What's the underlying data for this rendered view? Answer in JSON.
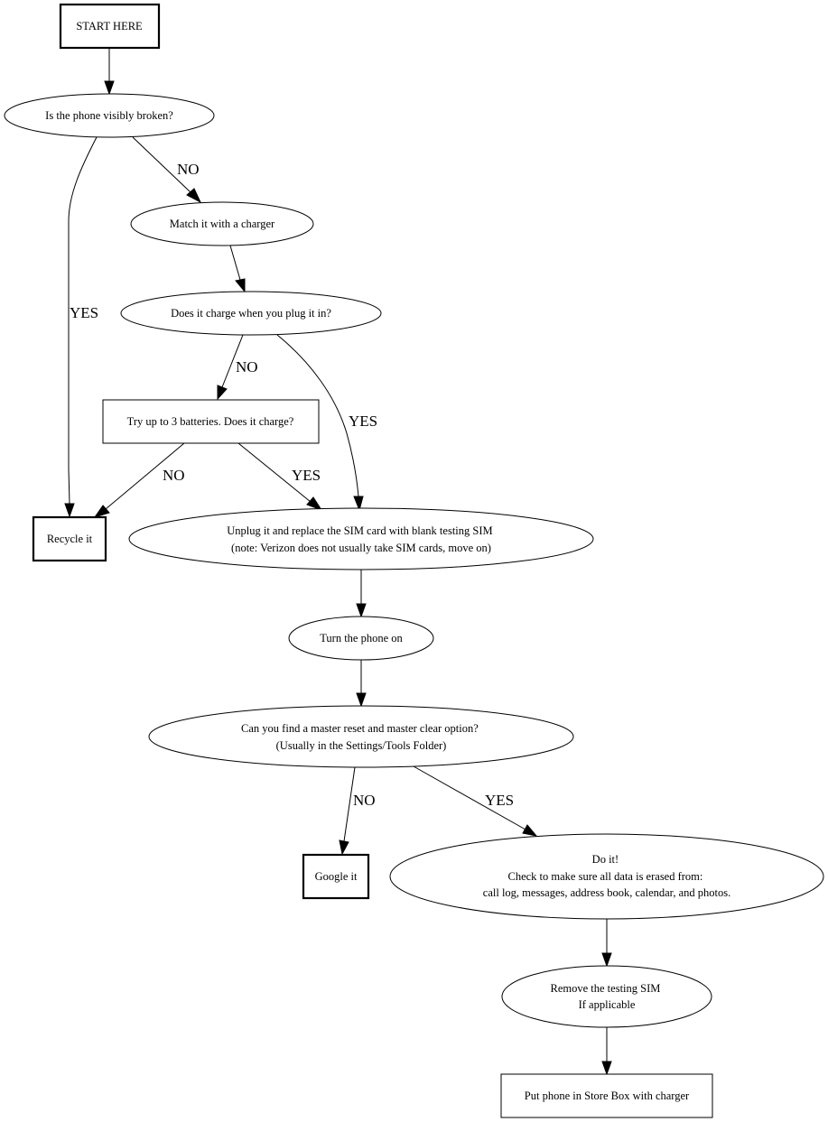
{
  "nodes": {
    "start": [
      "START HERE"
    ],
    "broken": [
      "Is the phone visibly broken?"
    ],
    "charger": [
      "Match it with a charger"
    ],
    "charge": [
      "Does it charge when you plug it in?"
    ],
    "batteries": [
      "Try up to 3 batteries. Does it charge?"
    ],
    "recycle": [
      "Recycle it"
    ],
    "sim": [
      "Unplug it and replace the SIM card with blank testing SIM",
      "(note: Verizon does not usually take SIM cards, move on)"
    ],
    "turn_on": [
      "Turn the phone on"
    ],
    "reset": [
      "Can you find a master reset and master clear option?",
      "(Usually in the Settings/Tools Folder)"
    ],
    "google": [
      "Google it"
    ],
    "doit": [
      "Do it!",
      "Check to make sure all data is erased from:",
      "call log, messages, address book, calendar, and photos."
    ],
    "remove_sim": [
      "Remove the testing SIM",
      "If applicable"
    ],
    "store": [
      "Put phone in Store Box with charger"
    ]
  },
  "edge_labels": {
    "broken_no": "NO",
    "broken_yes": "YES",
    "charge_no": "NO",
    "charge_yes": "YES",
    "batteries_no": "NO",
    "batteries_yes": "YES",
    "reset_no": "NO",
    "reset_yes": "YES"
  }
}
